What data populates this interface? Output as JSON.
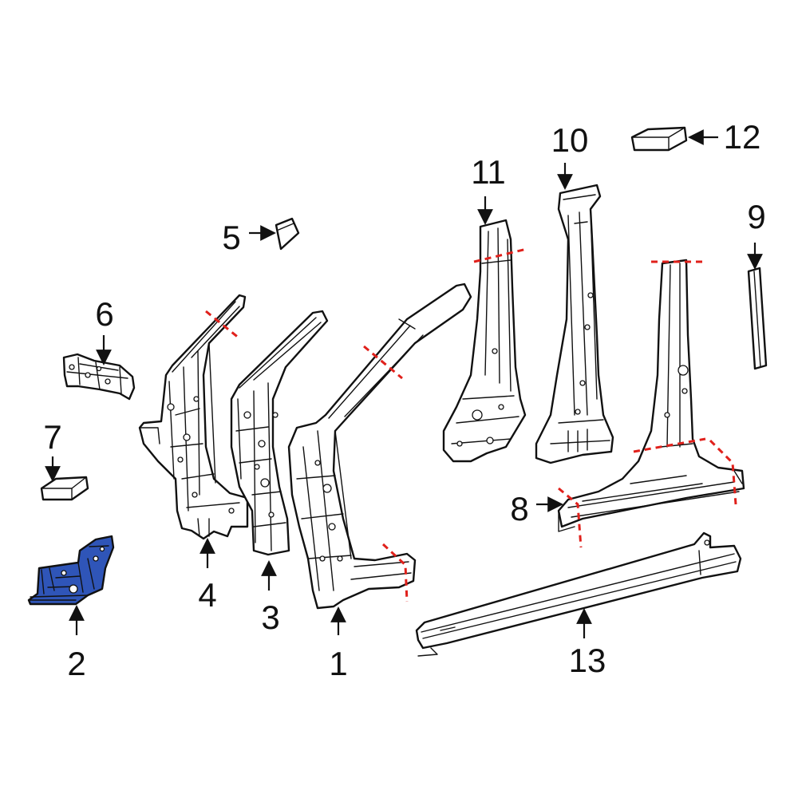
{
  "diagram": {
    "highlight_color": "#2f55b8",
    "cut_line_color": "#e0201b",
    "callouts": [
      {
        "id": "1",
        "label": "1"
      },
      {
        "id": "2",
        "label": "2"
      },
      {
        "id": "3",
        "label": "3"
      },
      {
        "id": "4",
        "label": "4"
      },
      {
        "id": "5",
        "label": "5"
      },
      {
        "id": "6",
        "label": "6"
      },
      {
        "id": "7",
        "label": "7"
      },
      {
        "id": "8",
        "label": "8"
      },
      {
        "id": "9",
        "label": "9"
      },
      {
        "id": "10",
        "label": "10"
      },
      {
        "id": "11",
        "label": "11"
      },
      {
        "id": "12",
        "label": "12"
      },
      {
        "id": "13",
        "label": "13"
      }
    ],
    "highlighted_part": "2"
  }
}
